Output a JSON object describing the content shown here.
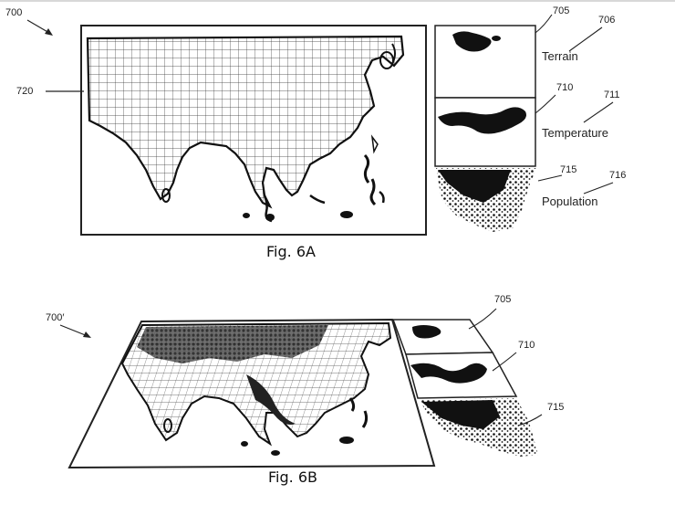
{
  "figure_a": {
    "ref_main": "700",
    "ref_map": "720",
    "ref_terrain": "705",
    "ref_terrain_label": "706",
    "terrain_label": "Terrain",
    "ref_temperature": "710",
    "ref_temperature_label": "711",
    "temperature_label": "Temperature",
    "ref_population": "715",
    "ref_population_label": "716",
    "population_label": "Population",
    "caption": "Fig. 6A"
  },
  "figure_b": {
    "ref_main": "700′",
    "ref_terrain": "705",
    "ref_temperature": "710",
    "ref_population": "715",
    "caption": "Fig. 6B"
  },
  "colors": {
    "ink": "#1a1a1a",
    "paper": "#ffffff",
    "grid": "#333333"
  }
}
